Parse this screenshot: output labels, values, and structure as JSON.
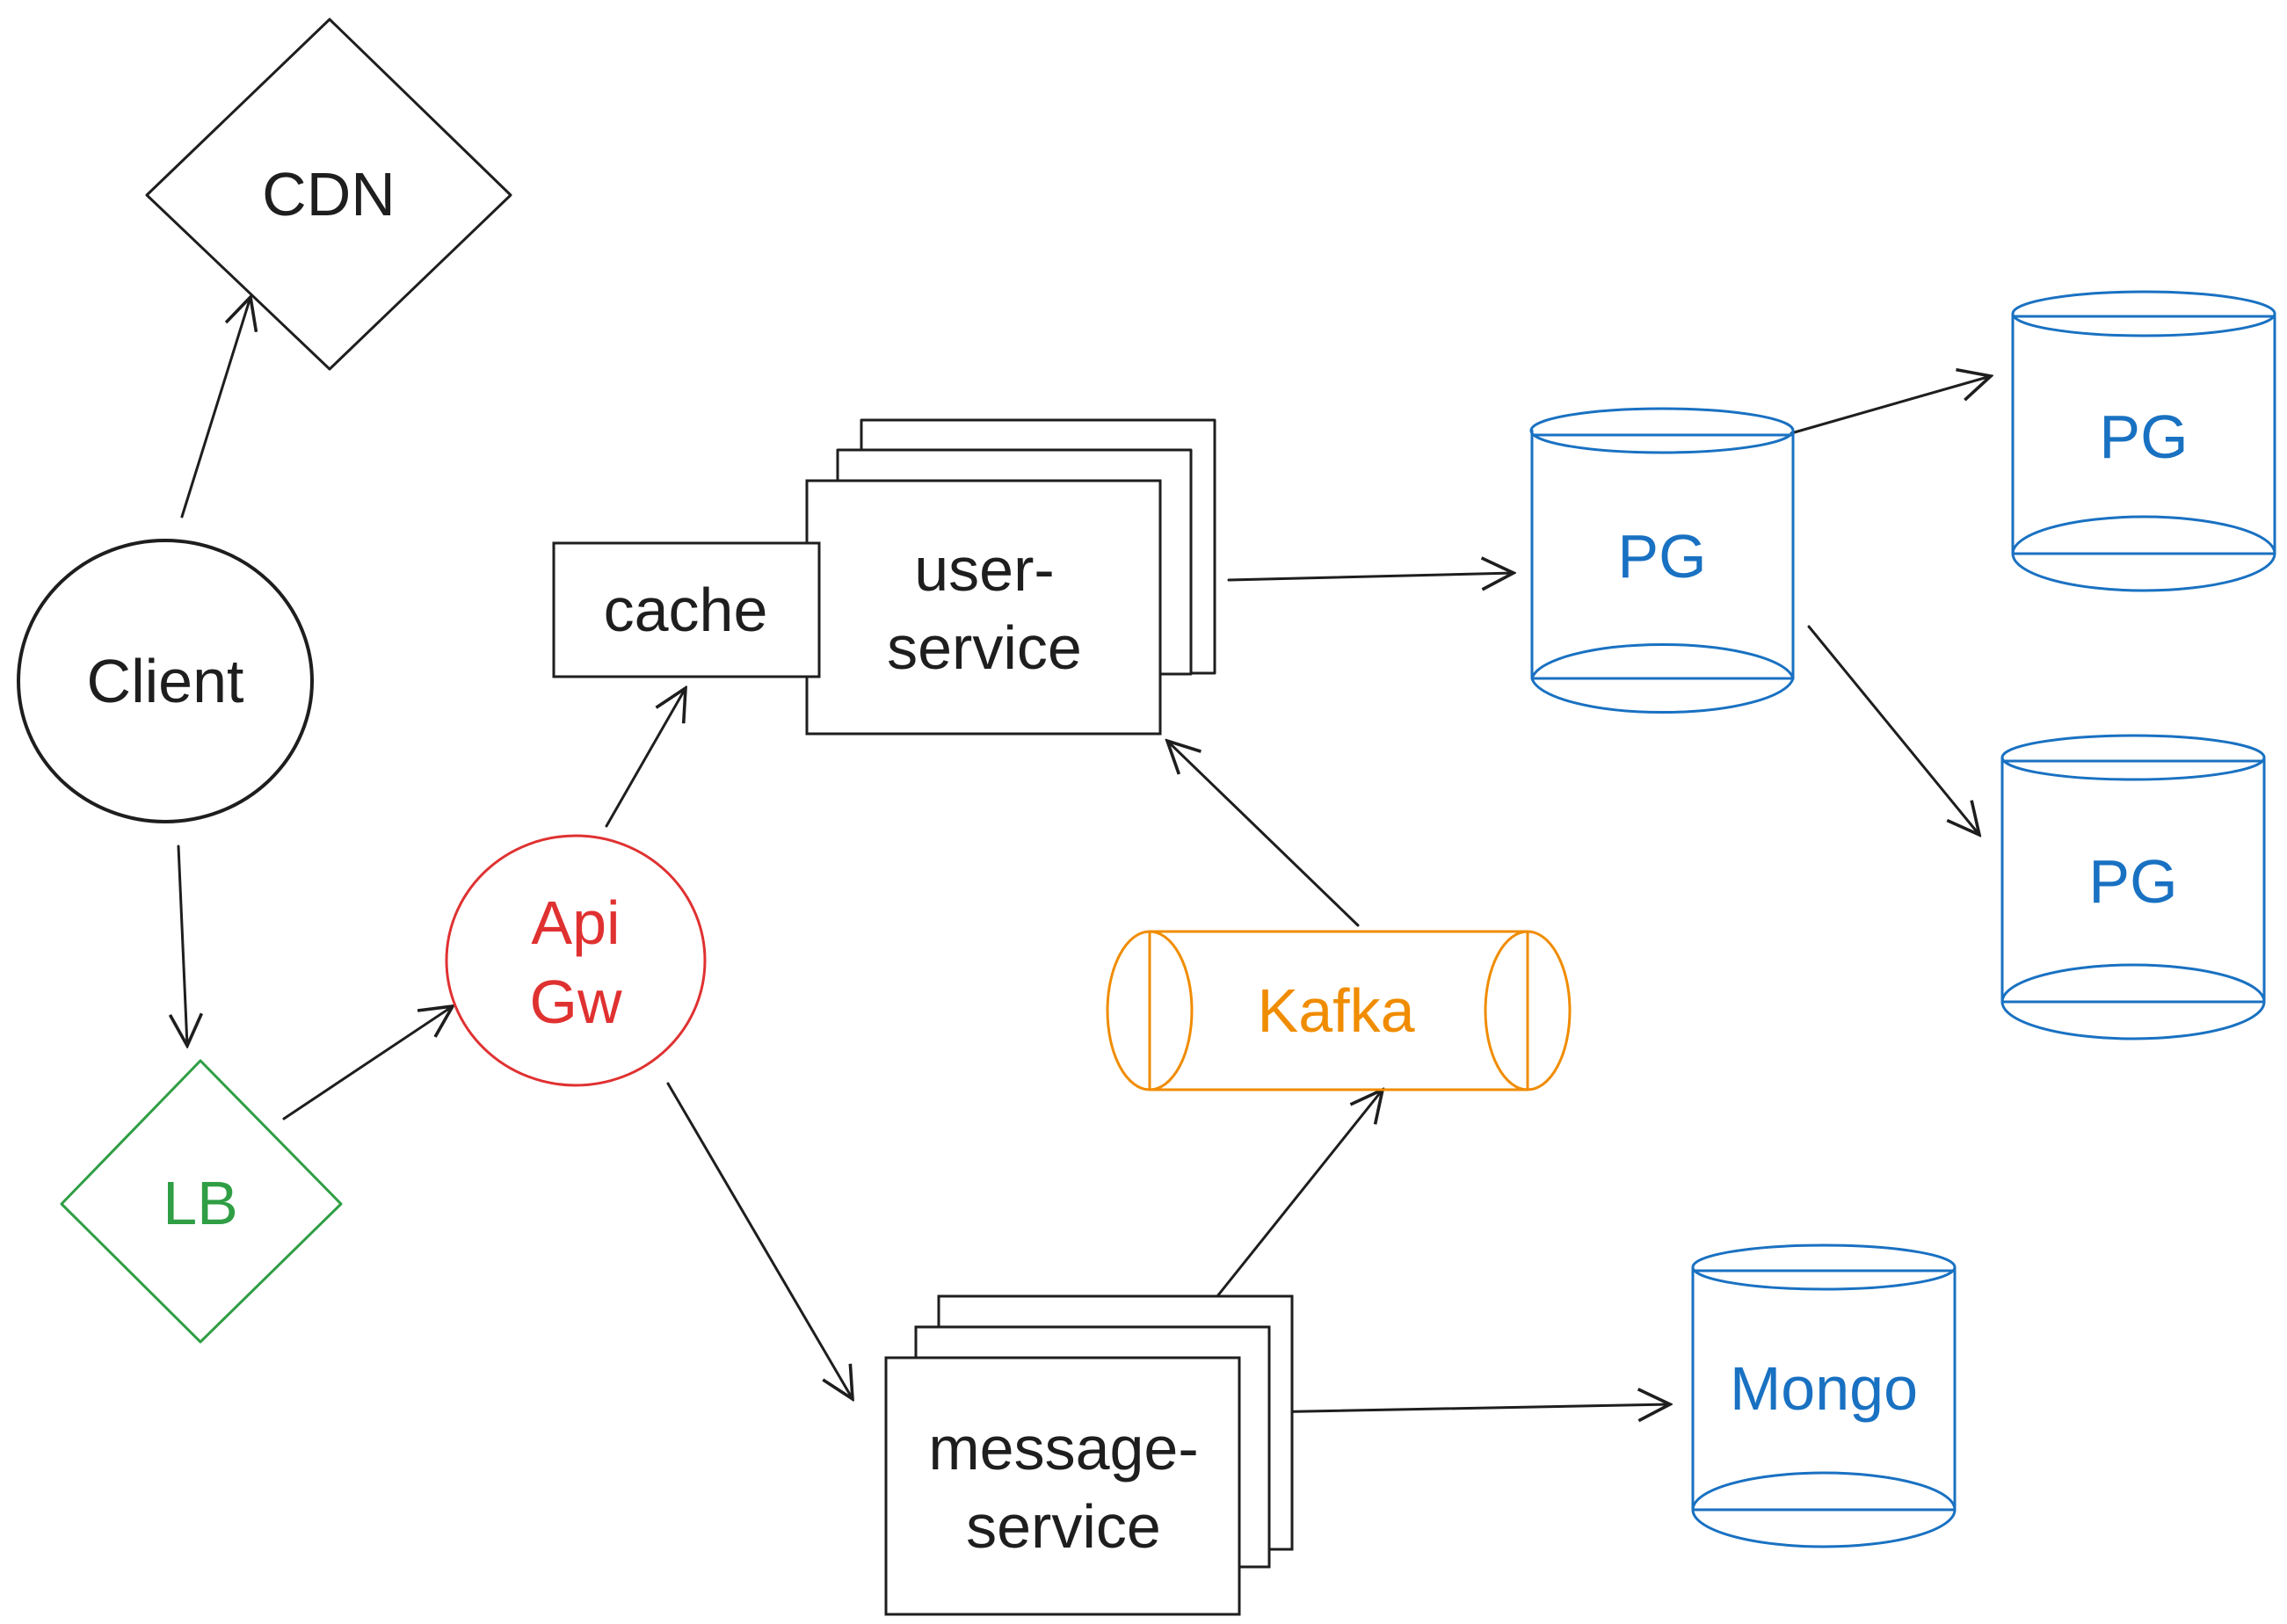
{
  "colors": {
    "ink": "#1e1e1e",
    "lb": "#2f9e44",
    "api_gw": "#e03131",
    "kafka": "#f08c00",
    "database": "#1971c2"
  },
  "nodes": {
    "cdn": {
      "label": "CDN"
    },
    "client": {
      "label": "Client"
    },
    "lb": {
      "label": "LB"
    },
    "api_gw": {
      "line1": "Api",
      "line2": "Gw"
    },
    "cache": {
      "label": "cache"
    },
    "user_service": {
      "line1": "user-",
      "line2": "service"
    },
    "message_service": {
      "line1": "message-",
      "line2": "service"
    },
    "kafka": {
      "label": "Kafka"
    },
    "pg_primary": {
      "label": "PG"
    },
    "pg_replica_top": {
      "label": "PG"
    },
    "pg_replica_bottom": {
      "label": "PG"
    },
    "mongo": {
      "label": "Mongo"
    }
  }
}
